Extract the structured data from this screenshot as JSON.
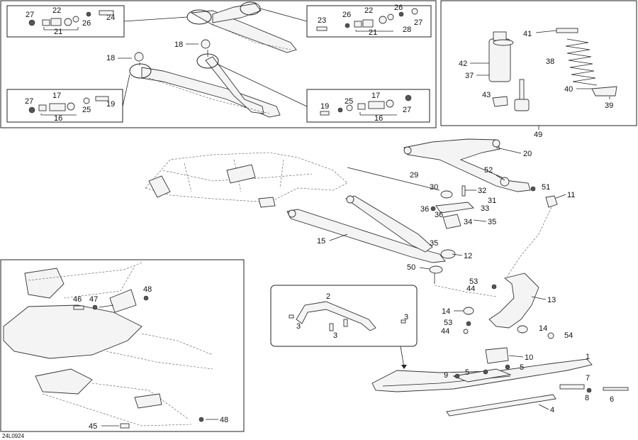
{
  "diagram_code": "24L0924",
  "top_left_panel": {
    "upper_left_box": [
      "27",
      "22",
      "24",
      "26",
      "21"
    ],
    "upper_right_box": [
      "23",
      "26",
      "22",
      "26",
      "27",
      "28",
      "21"
    ],
    "callouts": [
      "18",
      "18"
    ],
    "lower_left_box": [
      "27",
      "17",
      "25",
      "19",
      "16"
    ],
    "lower_right_box": [
      "19",
      "25",
      "17",
      "27",
      "16"
    ]
  },
  "shock_panel": [
    "41",
    "38",
    "42",
    "37",
    "43",
    "40",
    "39"
  ],
  "shock_assembly_ref": "49",
  "main_callouts": [
    "20",
    "29",
    "52",
    "30",
    "32",
    "51",
    "11",
    "31",
    "33",
    "36",
    "36",
    "34",
    "35",
    "15",
    "35",
    "12",
    "50",
    "53",
    "44",
    "13",
    "14",
    "53",
    "44",
    "14",
    "54",
    "10",
    "1",
    "5",
    "9",
    "5",
    "7",
    "8",
    "6",
    "4"
  ],
  "ski_box_callouts": [
    "2",
    "3",
    "3",
    "3"
  ],
  "frame_panel_callouts": [
    "48",
    "46",
    "47",
    "45",
    "48"
  ]
}
